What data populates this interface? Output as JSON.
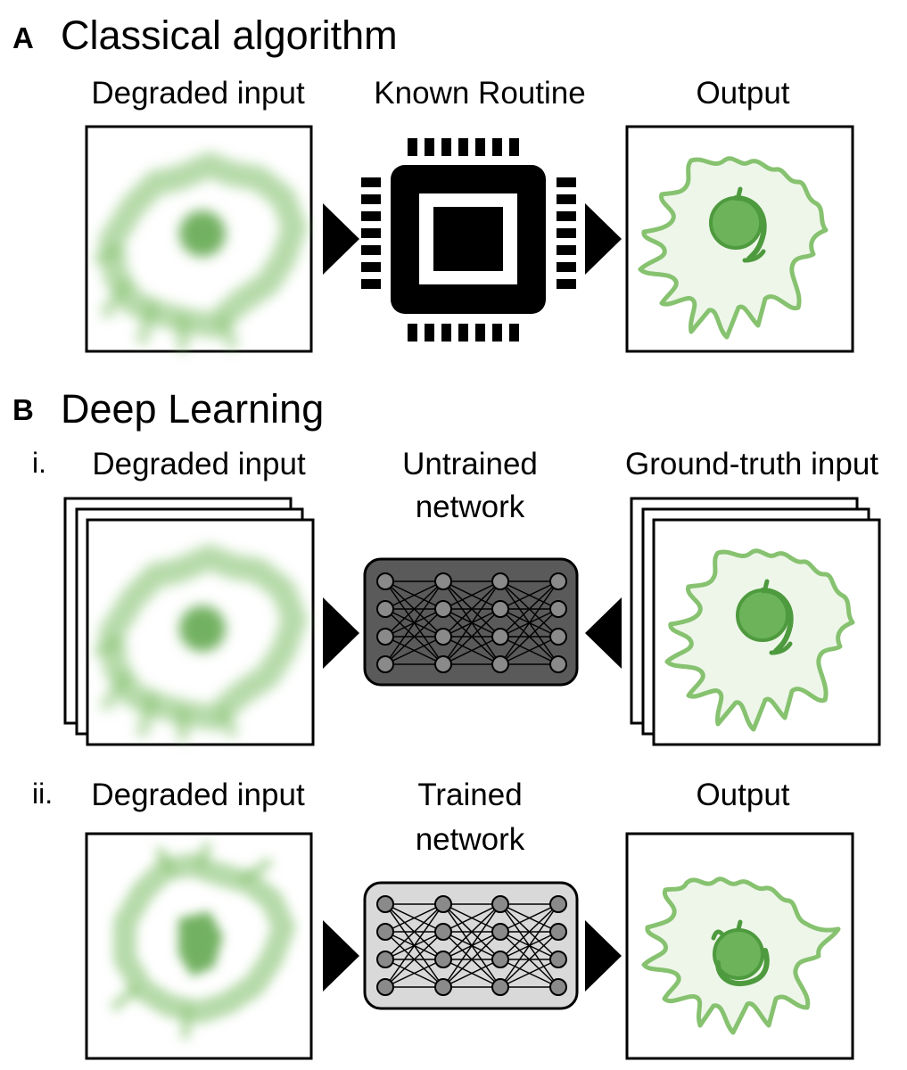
{
  "sectionA": {
    "letter": "A",
    "title": "Classical algorithm",
    "labels": {
      "input": "Degraded input",
      "process": "Known Routine",
      "output": "Output"
    }
  },
  "sectionB": {
    "letter": "B",
    "title": "Deep Learning",
    "i": {
      "marker": "i.",
      "input": "Degraded input",
      "process_line1": "Untrained",
      "process_line2": "network",
      "output": "Ground-truth input"
    },
    "ii": {
      "marker": "ii.",
      "input": "Degraded input",
      "process_line1": "Trained",
      "process_line2": "network",
      "output": "Output"
    }
  },
  "colors": {
    "cell_green": "#7fbf6a",
    "cell_dark": "#5aa347",
    "cell_fill": "#eef6ea",
    "untrained_box": "#5a5a5a",
    "trained_box": "#d9d9d9",
    "node": "#8a8a8a",
    "arrow": "#000000"
  }
}
